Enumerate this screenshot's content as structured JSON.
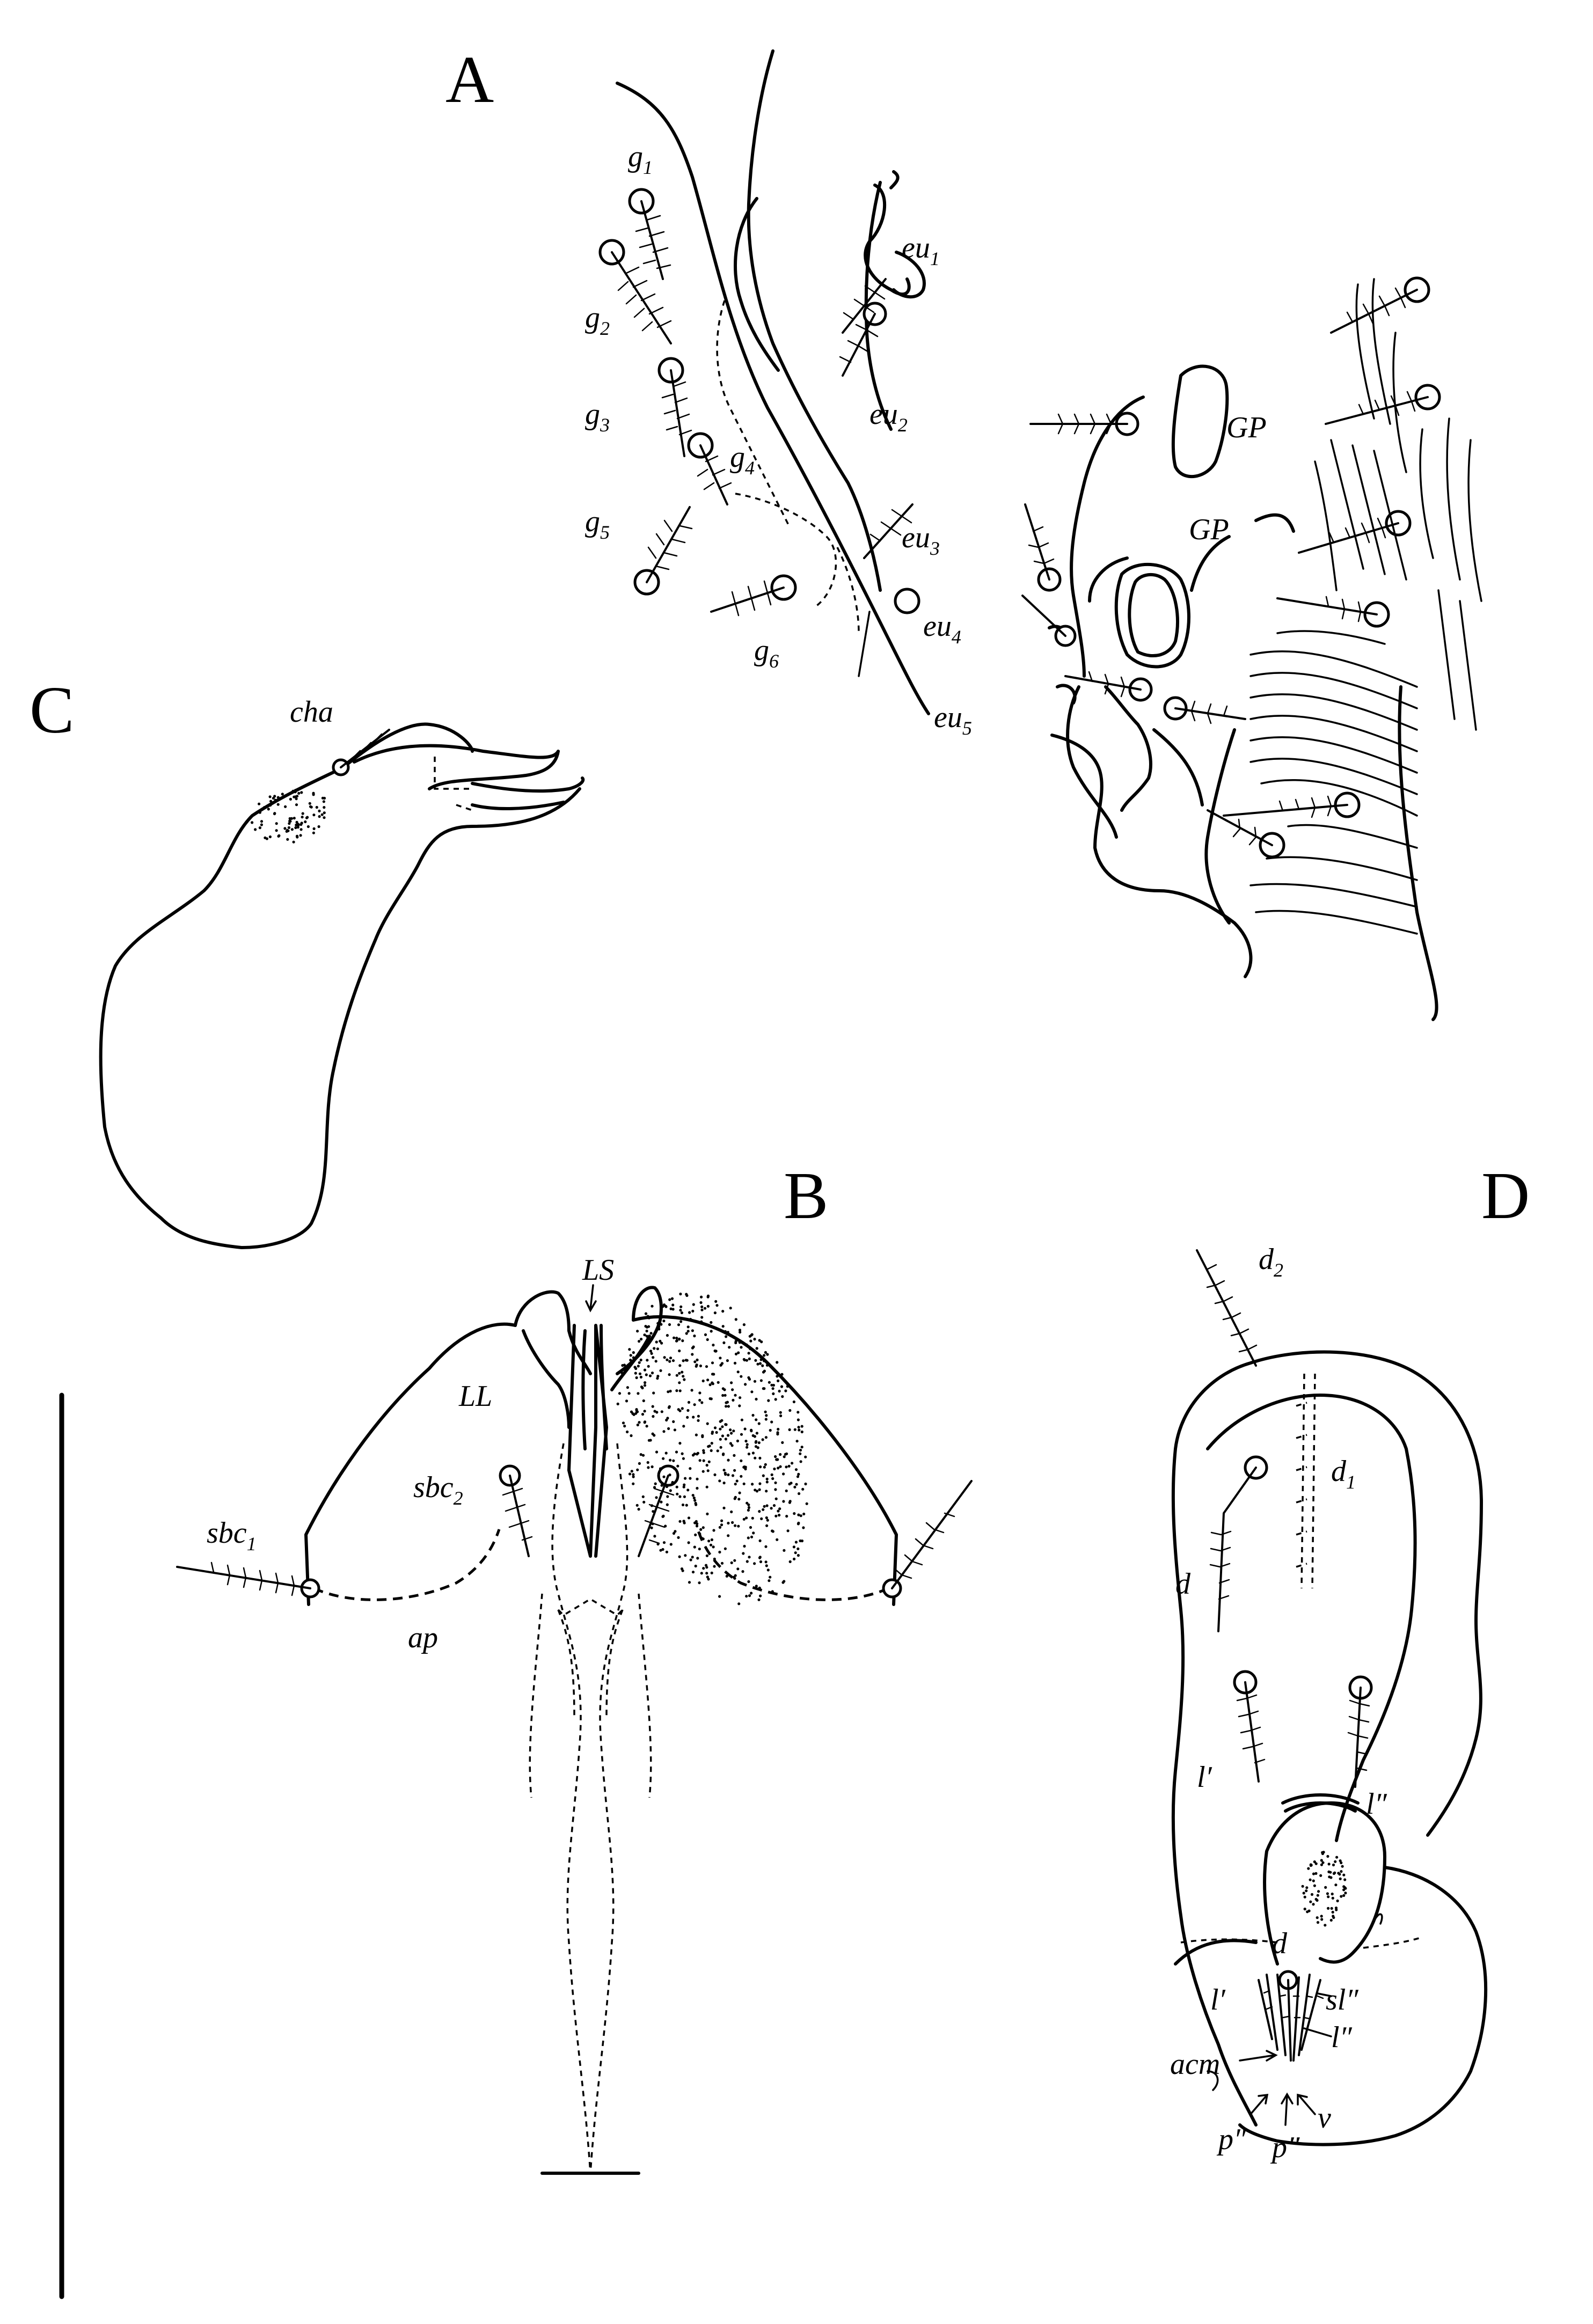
{
  "panels": {
    "A": {
      "label": "A",
      "setae_labels": {
        "g1": {
          "base": "g",
          "sub": "1"
        },
        "g2": {
          "base": "g",
          "sub": "2"
        },
        "g3": {
          "base": "g",
          "sub": "3"
        },
        "g4": {
          "base": "g",
          "sub": "4"
        },
        "g5": {
          "base": "g",
          "sub": "5"
        },
        "g6": {
          "base": "g",
          "sub": "6"
        },
        "eu1": {
          "base": "eu",
          "sub": "1"
        },
        "eu2": {
          "base": "eu",
          "sub": "2"
        },
        "eu3": {
          "base": "eu",
          "sub": "3"
        },
        "eu4": {
          "base": "eu",
          "sub": "4"
        },
        "eu5": {
          "base": "eu",
          "sub": "5"
        }
      },
      "gp_upper": "GP",
      "gp_lower": "GP"
    },
    "B": {
      "label": "B",
      "ls": "LS",
      "ll": "LL",
      "sbc1": {
        "base": "sbc",
        "sub": "1"
      },
      "sbc2": {
        "base": "sbc",
        "sub": "2"
      },
      "ap": "ap"
    },
    "C": {
      "label": "C",
      "cha": "cha"
    },
    "D": {
      "label": "D",
      "d2": {
        "base": "d",
        "sub": "2"
      },
      "d1": {
        "base": "d",
        "sub": "1"
      },
      "d_upper": "d",
      "l_prime_upper": "l′",
      "l_dprime_upper": "l″",
      "d_lower": "d",
      "l_prime_lower": "l′",
      "sl_dprime": "sl″",
      "l_dprime_lower": "l″",
      "acm": "acm",
      "v": "v",
      "p_dprime_left": "p″",
      "p_dprime_right": "p″"
    }
  }
}
